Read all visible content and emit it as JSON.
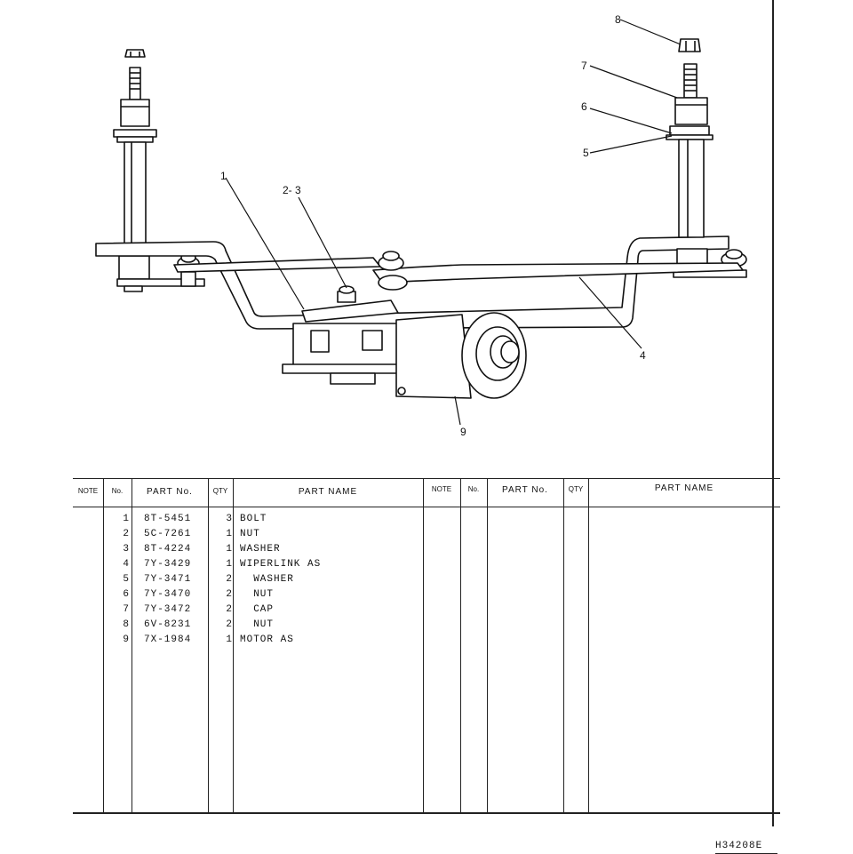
{
  "diagram": {
    "callouts": [
      "1",
      "2- 3",
      "4",
      "5",
      "6",
      "7",
      "8",
      "9"
    ]
  },
  "table": {
    "left_headers": {
      "note": "NOTE",
      "no": "No.",
      "part_no": "PART  No.",
      "qty": "QTY",
      "part_name": "PART  NAME"
    },
    "right_headers": {
      "note": "NOTE",
      "no": "No.",
      "part_no": "PART  No.",
      "qty": "QTY",
      "part_name": "PART  NAME"
    },
    "rows": [
      {
        "no": "1",
        "part_no": "8T-5451",
        "qty": "3",
        "name": "BOLT"
      },
      {
        "no": "2",
        "part_no": "5C-7261",
        "qty": "1",
        "name": "NUT"
      },
      {
        "no": "3",
        "part_no": "8T-4224",
        "qty": "1",
        "name": "WASHER"
      },
      {
        "no": "4",
        "part_no": "7Y-3429",
        "qty": "1",
        "name": "WIPERLINK AS"
      },
      {
        "no": "5",
        "part_no": "7Y-3471",
        "qty": "2",
        "name": "  WASHER"
      },
      {
        "no": "6",
        "part_no": "7Y-3470",
        "qty": "2",
        "name": "  NUT"
      },
      {
        "no": "7",
        "part_no": "7Y-3472",
        "qty": "2",
        "name": "  CAP"
      },
      {
        "no": "8",
        "part_no": "6V-8231",
        "qty": "2",
        "name": "  NUT"
      },
      {
        "no": "9",
        "part_no": "7X-1984",
        "qty": "1",
        "name": "MOTOR AS"
      }
    ]
  },
  "footer": {
    "code": "H34208E"
  }
}
